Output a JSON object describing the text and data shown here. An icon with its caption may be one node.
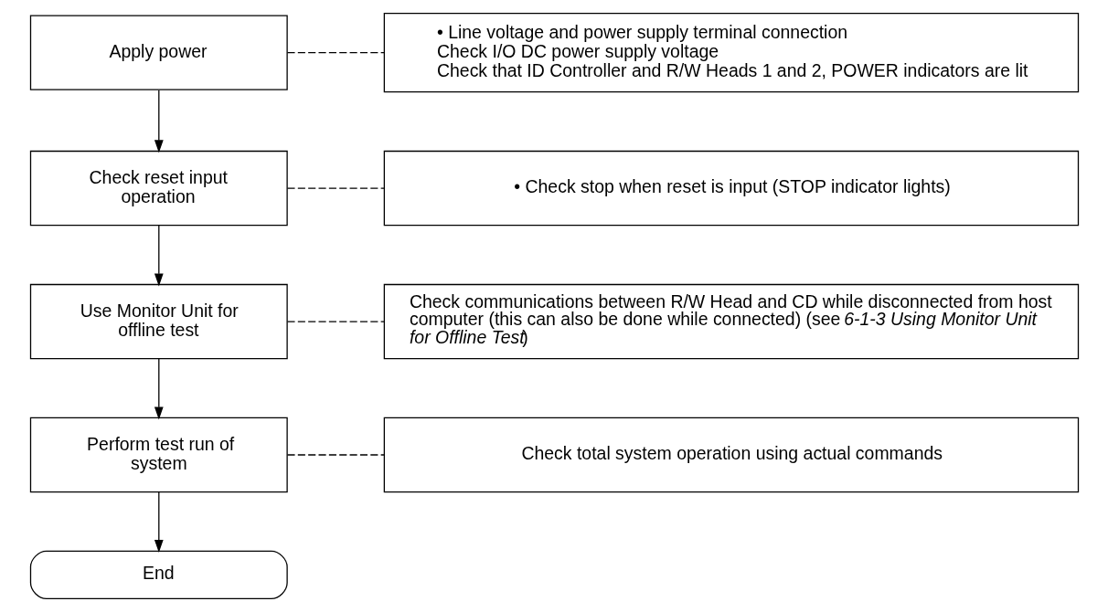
{
  "diagram": {
    "nodes": [
      {
        "text": [
          "Apply power"
        ]
      },
      {
        "text": [
          "• Line voltage and power supply terminal connection",
          "Check I/O DC power supply voltage",
          "Check that ID Controller and R/W Heads 1 and 2, POWER indicators are lit"
        ]
      },
      {
        "text": [
          "Check reset input operation"
        ]
      },
      {
        "text": [
          "• Check stop when reset is input (STOP indicator lights)"
        ]
      },
      {
        "text": [
          "Use Monitor Unit for offline test"
        ]
      },
      {
        "text": [
          "Check communications between R/W Head and CD while disconnected from host computer (this can also be done while connected) (see *6-1-3 Using Monitor Unit for Offline Test*)"
        ]
      },
      {
        "text": [
          "Perform test run of system"
        ]
      },
      {
        "text": [
          "Check total system operation using actual commands"
        ]
      },
      {
        "text": [
          "End"
        ]
      }
    ],
    "edges": [
      {
        "from": 0,
        "to": 1,
        "arrow": "none",
        "style": "dashed"
      },
      {
        "from": 0,
        "to": 2,
        "arrow": "to"
      },
      {
        "from": 2,
        "to": 3,
        "arrow": "none",
        "style": "dashed"
      },
      {
        "from": 2,
        "to": 4,
        "arrow": "to"
      },
      {
        "from": 4,
        "to": 5,
        "arrow": "none",
        "style": "dashed"
      },
      {
        "from": 4,
        "to": 6,
        "arrow": "to"
      },
      {
        "from": 6,
        "to": 7,
        "arrow": "none",
        "style": "dashed"
      },
      {
        "from": 6,
        "to": 8,
        "arrow": "to"
      }
    ]
  }
}
